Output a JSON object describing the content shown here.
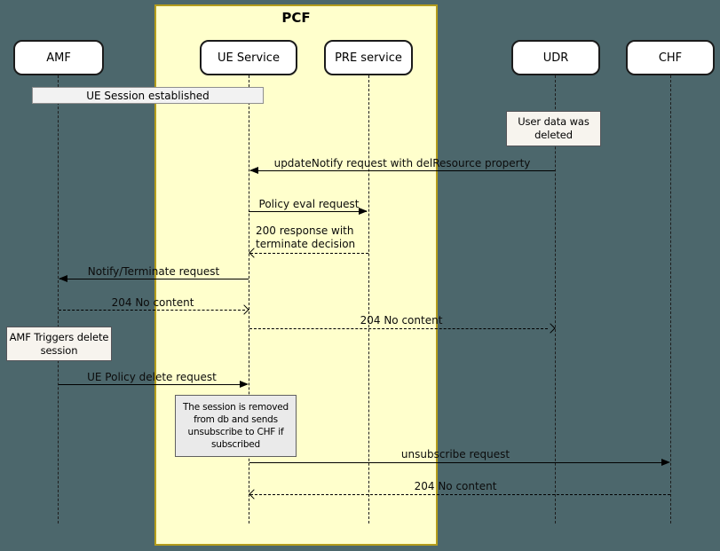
{
  "diagram": {
    "frame": {
      "title": "PCF"
    },
    "participants": [
      {
        "id": "amf",
        "label": "AMF"
      },
      {
        "id": "ue-service",
        "label": "UE Service"
      },
      {
        "id": "pre-service",
        "label": "PRE service"
      },
      {
        "id": "udr",
        "label": "UDR"
      },
      {
        "id": "chf",
        "label": "CHF"
      }
    ],
    "notes": [
      {
        "text": "UE Session established",
        "over": [
          "AMF",
          "UE Service"
        ]
      },
      {
        "text": "User data was deleted",
        "over": [
          "UDR"
        ]
      },
      {
        "text": "AMF Triggers delete session",
        "over": [
          "AMF"
        ]
      },
      {
        "text": "The session is removed from db and sends unsubscribe to CHF if subscribed",
        "over": [
          "UE Service"
        ]
      }
    ],
    "messages": [
      {
        "label": "updateNotify request with delResource property",
        "from": "UDR",
        "to": "UE Service",
        "style": "solid"
      },
      {
        "label": "Policy eval request",
        "from": "UE Service",
        "to": "PRE service",
        "style": "solid"
      },
      {
        "label": "200 response with terminate decision",
        "from": "PRE service",
        "to": "UE Service",
        "style": "dashed"
      },
      {
        "label": "Notify/Terminate request",
        "from": "UE Service",
        "to": "AMF",
        "style": "solid"
      },
      {
        "label": "204 No content",
        "from": "AMF",
        "to": "UE Service",
        "style": "dashed"
      },
      {
        "label": "204 No content",
        "from": "UE Service",
        "to": "UDR",
        "style": "dashed"
      },
      {
        "label": "UE Policy delete request",
        "from": "AMF",
        "to": "UE Service",
        "style": "solid"
      },
      {
        "label": "unsubscribe request",
        "from": "UE Service",
        "to": "CHF",
        "style": "solid"
      },
      {
        "label": "204 No content",
        "from": "CHF",
        "to": "UE Service",
        "style": "dashed"
      }
    ],
    "colors": {
      "background": "#4c676c",
      "frame_fill": "#ffffcc",
      "frame_border": "#b39c1c",
      "participant_fill": "#ffffff",
      "participant_border": "#1b1b1b",
      "note_cream_fill": "#f7f4ee",
      "note_gray_fill": "#eaeaea",
      "line": "#000000"
    }
  }
}
